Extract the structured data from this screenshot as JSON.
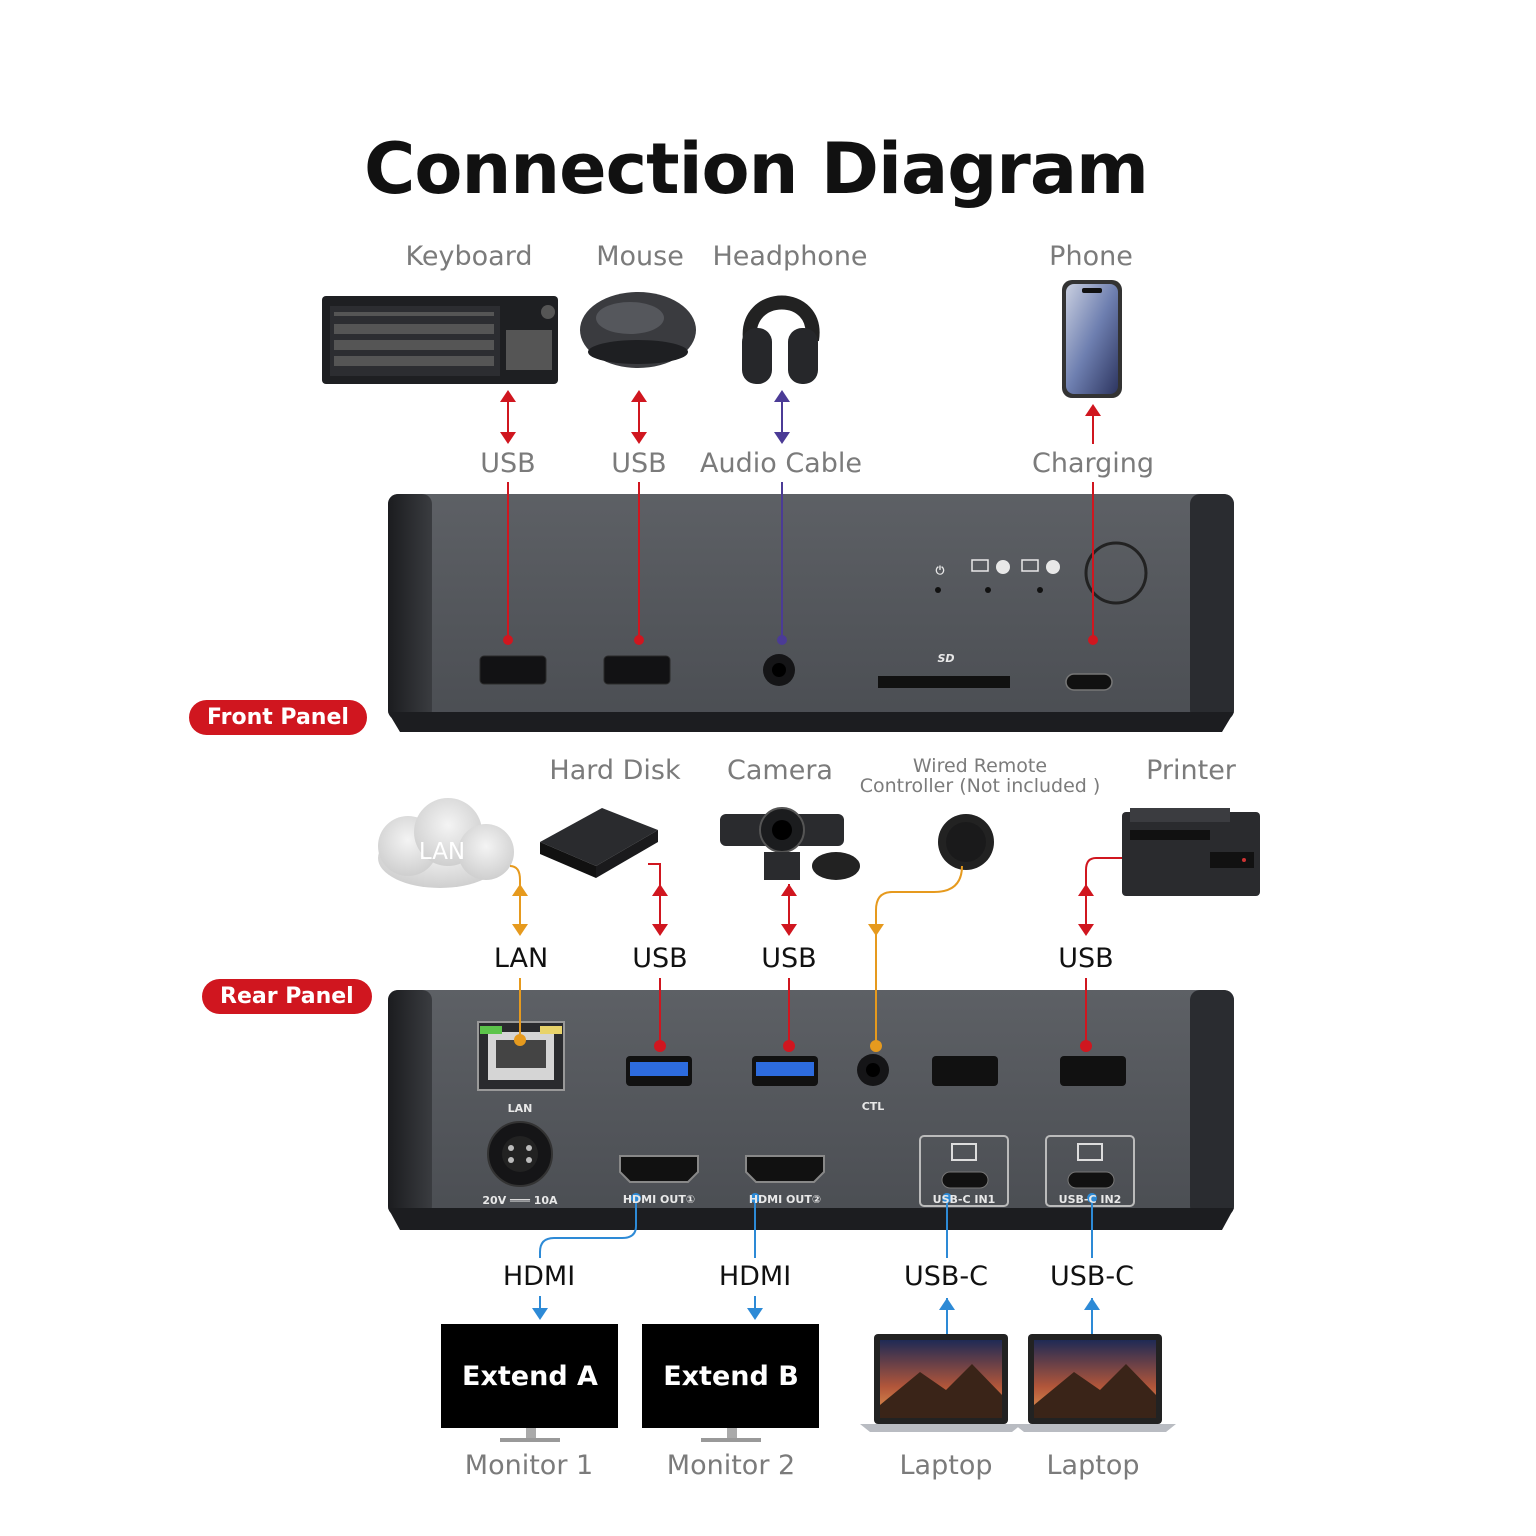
{
  "title": "Connection Diagram",
  "front": {
    "panel_label": "Front Panel",
    "devices": [
      "Keyboard",
      "Mouse",
      "Headphone",
      "Phone"
    ],
    "connections": [
      "USB",
      "USB",
      "Audio Cable",
      "Charging"
    ]
  },
  "rear": {
    "panel_label": "Rear Panel",
    "devices": [
      "Hard Disk",
      "Camera",
      "Printer"
    ],
    "remote": {
      "line1": "Wired Remote",
      "line2": "Controller (Not included )"
    },
    "cloud_label": "LAN",
    "connections": [
      "LAN",
      "USB",
      "USB",
      "USB"
    ],
    "port_labels": {
      "lan": "LAN",
      "power": "20V ═══ 10A",
      "ctl": "CTL",
      "hdmi1": "HDMI OUT①",
      "hdmi2": "HDMI OUT②",
      "usbc1": "USB-C IN1",
      "usbc2": "USB-C IN2"
    }
  },
  "outputs": {
    "connections": [
      "HDMI",
      "HDMI",
      "USB-C",
      "USB-C"
    ],
    "screens": [
      "Extend A",
      "Extend B"
    ],
    "devices": [
      "Monitor 1",
      "Monitor 2",
      "Laptop",
      "Laptop"
    ]
  },
  "colors": {
    "usb": "#d0161f",
    "audio": "#4b3b96",
    "lan": "#e69a1e",
    "video": "#2d8ad6",
    "dock": "#54575c"
  },
  "icons": [
    "keyboard-icon",
    "mouse-icon",
    "headphone-icon",
    "phone-icon",
    "cloud-icon",
    "hard-disk-icon",
    "camera-icon",
    "remote-icon",
    "printer-icon",
    "monitor-icon",
    "laptop-icon"
  ]
}
